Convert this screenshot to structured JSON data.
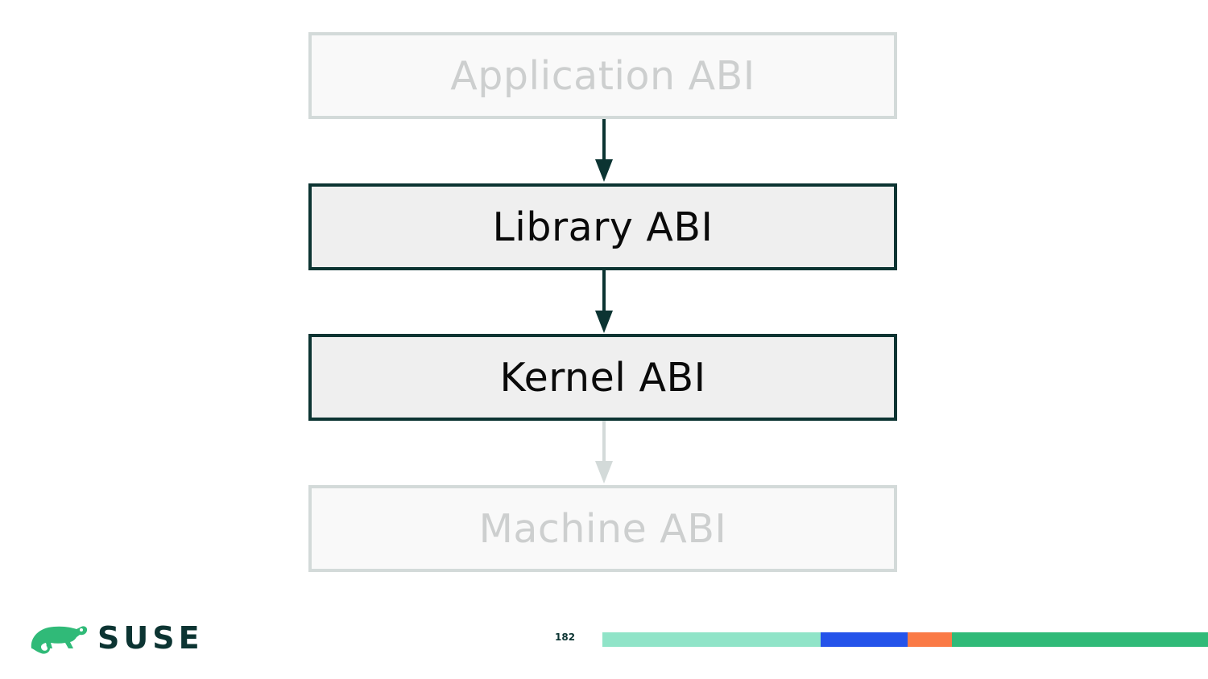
{
  "diagram": {
    "layers": [
      {
        "id": "application",
        "label": "Application ABI",
        "state": "faded"
      },
      {
        "id": "library",
        "label": "Library ABI",
        "state": "active"
      },
      {
        "id": "kernel",
        "label": "Kernel ABI",
        "state": "active"
      },
      {
        "id": "machine",
        "label": "Machine ABI",
        "state": "faded"
      }
    ]
  },
  "footer": {
    "logo_text": "SUSE",
    "page_number": "182",
    "bar_colors": [
      "#90e4c8",
      "#2453ea",
      "#fa7a46",
      "#30ba78"
    ]
  },
  "colors": {
    "active_border": "#0c3432",
    "faded_border": "#d3dad9",
    "logo_green": "#30ba78"
  },
  "icons": {
    "logo": "suse-chameleon-icon",
    "arrow": "arrow-down-icon"
  }
}
